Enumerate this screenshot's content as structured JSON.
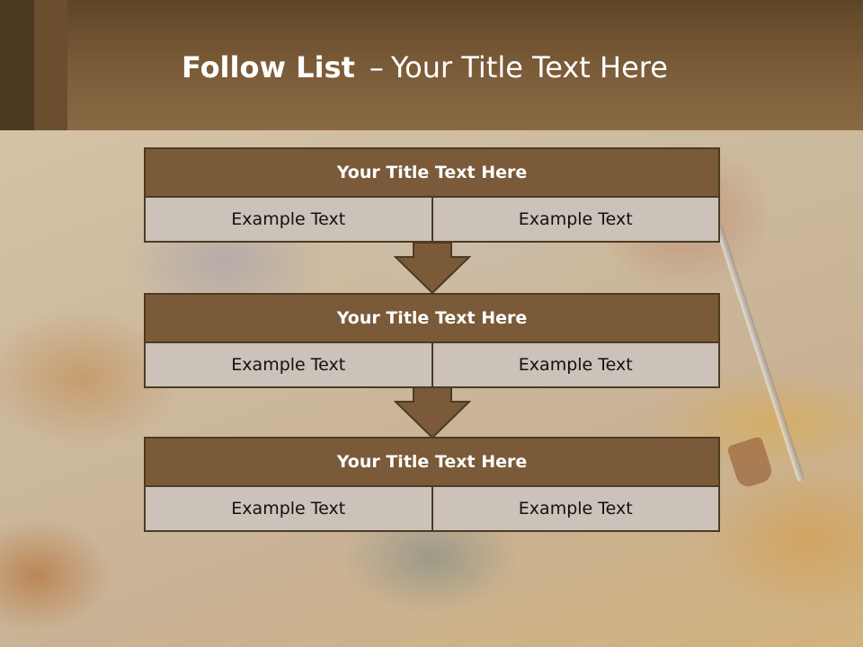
{
  "slide": {
    "title_bold": "Follow List",
    "title_dash": "–",
    "title_rest": "Your Title Text Here"
  },
  "blocks": [
    {
      "title": "Your Title Text Here",
      "cells": [
        "Example Text",
        "Example Text"
      ]
    },
    {
      "title": "Your Title Text Here",
      "cells": [
        "Example Text",
        "Example Text"
      ]
    },
    {
      "title": "Your Title Text Here",
      "cells": [
        "Example Text",
        "Example Text"
      ]
    }
  ],
  "colors": {
    "header": "#7a5b37",
    "box_title": "#7a5a38",
    "box_border": "#4e3a22",
    "box_cell": "#cbc2ba",
    "arrow": "#7a5a38"
  }
}
